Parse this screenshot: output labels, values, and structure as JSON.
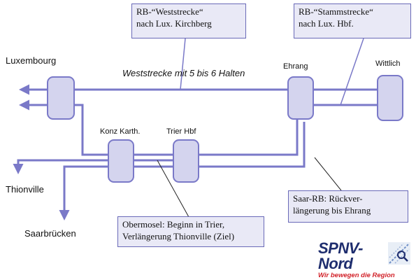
{
  "stations": {
    "luxembourg": "Luxembourg",
    "ehrang": "Ehrang",
    "wittlich": "Wittlich",
    "konz": "Konz Karth.",
    "trier": "Trier Hbf",
    "thionville": "Thionville",
    "saarbruecken": "Saarbrücken"
  },
  "route_label": "Weststrecke mit 5 bis 6 Halten",
  "notes": {
    "weststrecke": [
      "RB-“Weststrecke“",
      "nach Lux. Kirchberg"
    ],
    "stammstrecke": [
      "RB-“Stammstrecke“",
      "nach Lux. Hbf."
    ],
    "saar": [
      "Saar-RB: Rückver-",
      "längerung bis Ehrang"
    ],
    "obermosel": [
      "Obermosel: Beginn in Trier,",
      "Verlängerung Thionville (Ziel)"
    ]
  },
  "logo": {
    "title": "SPNV-Nord",
    "subtitle": "Wir bewegen die Region"
  },
  "colors": {
    "line": "#7a79c8",
    "station_fill": "#d4d4ee",
    "station_stroke": "#7a79c8",
    "note_fill": "#e9e9f6",
    "logo_blue": "#1e2d6e",
    "logo_red": "#d2232a"
  }
}
